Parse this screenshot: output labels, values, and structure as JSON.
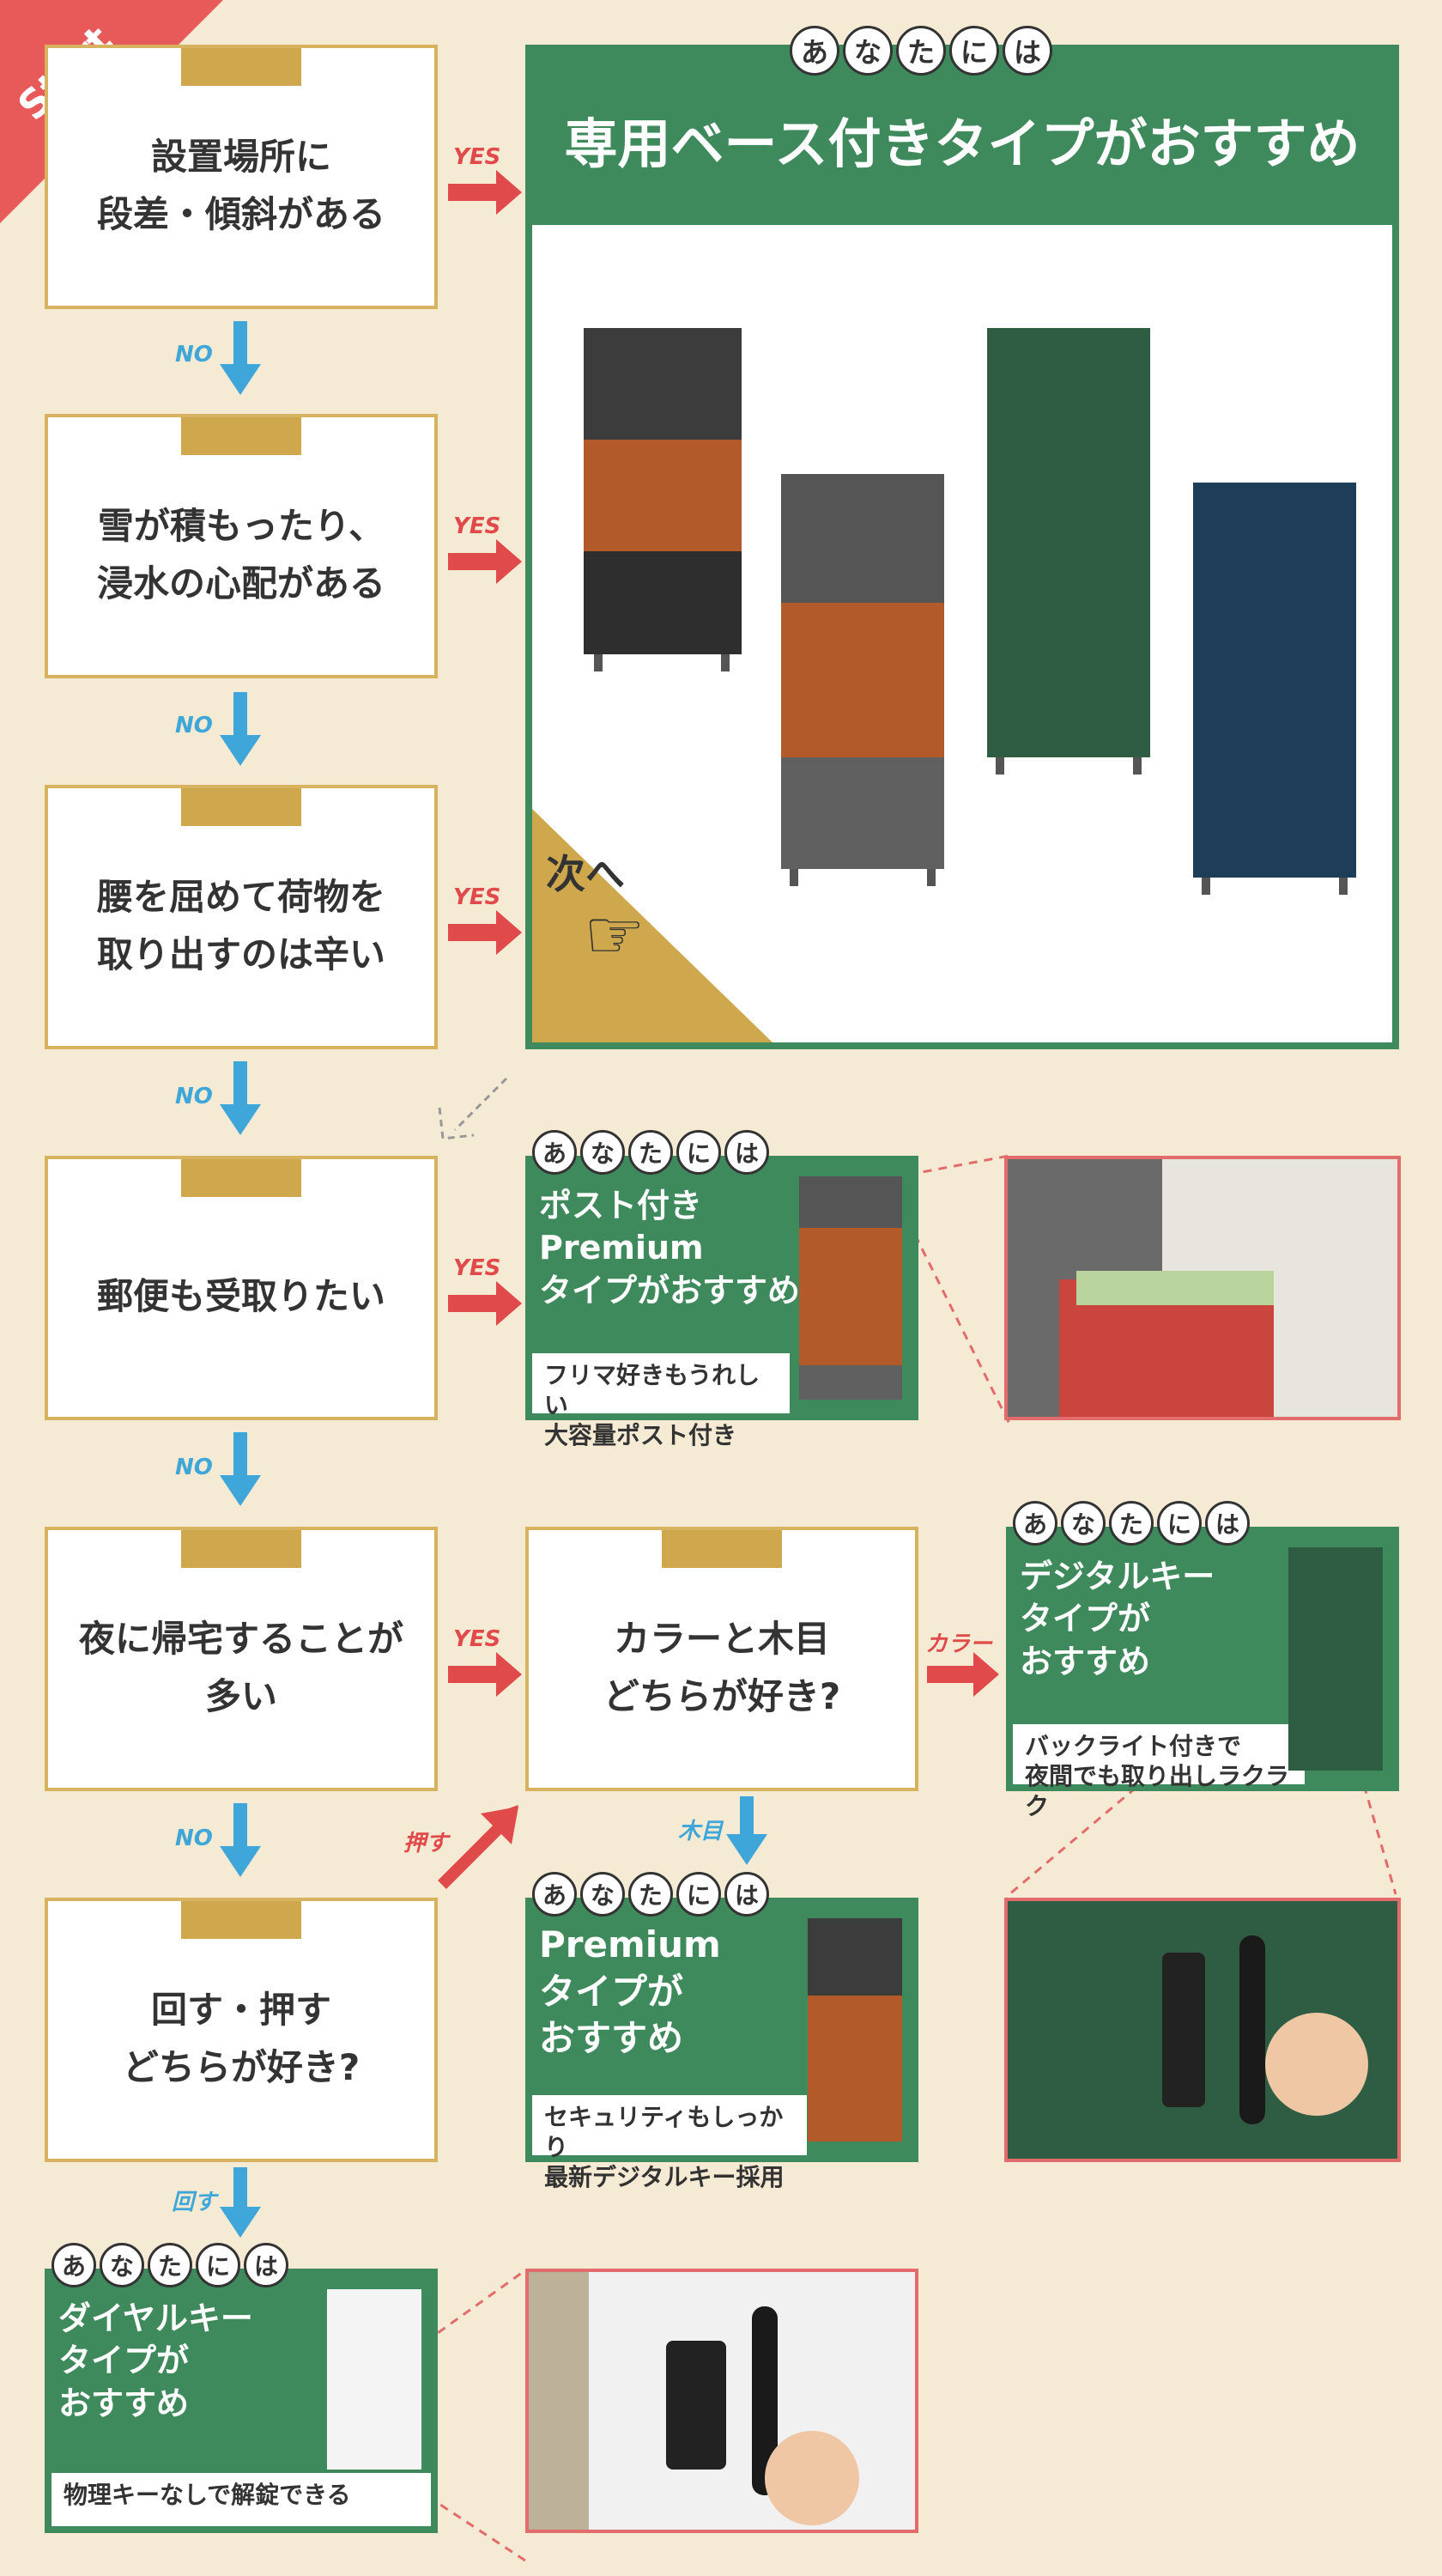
{
  "start_label": "Start",
  "questions": [
    {
      "text": "設置場所に\n段差・傾斜がある"
    },
    {
      "text": "雪が積もったり、\n浸水の心配がある"
    },
    {
      "text": "腰を屈めて荷物を\n取り出すのは辛い"
    },
    {
      "text": "郵便も受取りたい"
    },
    {
      "text": "夜に帰宅することが\n多い"
    },
    {
      "text": "回す・押す\nどちらが好き?"
    },
    {
      "text": "カラーと木目\nどちらが好き?"
    }
  ],
  "labels": {
    "yes": "YES",
    "no": "NO",
    "color": "カラー",
    "wood": "木目",
    "push": "押す",
    "turn": "回す"
  },
  "bubble_chars": [
    "あ",
    "な",
    "た",
    "に",
    "は"
  ],
  "results": {
    "base_type": {
      "title": "専用ベース付きタイプがおすすめ",
      "next": "次へ"
    },
    "post": {
      "title": "ポスト付き\nPremium\nタイプがおすすめ",
      "note": "フリマ好きもうれしい\n大容量ポスト付き"
    },
    "digital": {
      "title": "デジタルキー\nタイプが\nおすすめ",
      "note": "バックライト付きで\n夜間でも取り出しラクラク"
    },
    "premium": {
      "title": "Premium\nタイプが\nおすすめ",
      "note": "セキュリティもしっかり\n最新デジタルキー採用"
    },
    "dial": {
      "title": "ダイヤルキー\nタイプが\nおすすめ",
      "note": "物理キーなしで解錠できる"
    }
  },
  "colors": {
    "background": "#f5ead3",
    "gold": "#d7b25f",
    "green": "#3f8a5c",
    "yes_red": "#e04a4a",
    "no_blue": "#3ea6d8",
    "start_red": "#e85a5a"
  }
}
